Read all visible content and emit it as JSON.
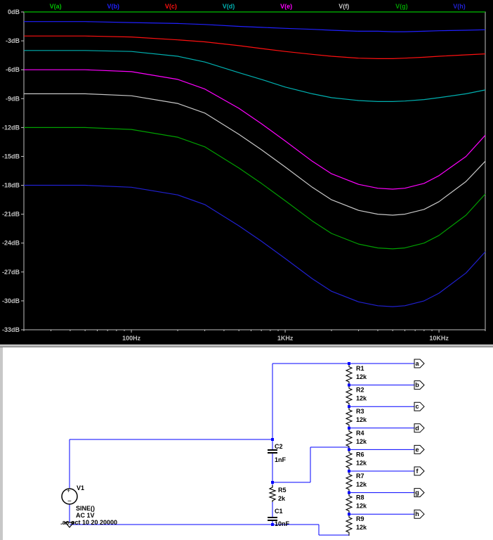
{
  "plot": {
    "traces": [
      {
        "name": "V(a)",
        "color": "#00c000",
        "offset": 0
      },
      {
        "name": "V(b)",
        "color": "#2020ff",
        "offset": -1
      },
      {
        "name": "V(c)",
        "color": "#ff1010",
        "offset": -2.5
      },
      {
        "name": "V(d)",
        "color": "#00b0b0",
        "offset": -4
      },
      {
        "name": "V(e)",
        "color": "#ff00ff",
        "offset": -6
      },
      {
        "name": "V(f)",
        "color": "#c8c8c8",
        "offset": -8.5
      },
      {
        "name": "V(g)",
        "color": "#00a000",
        "offset": -12
      },
      {
        "name": "V(h)",
        "color": "#2020d0",
        "offset": -18
      }
    ],
    "y_ticks": [
      "0dB",
      "-3dB",
      "-6dB",
      "-9dB",
      "-12dB",
      "-15dB",
      "-18dB",
      "-21dB",
      "-24dB",
      "-27dB",
      "-30dB",
      "-33dB"
    ],
    "x_ticks": [
      "100Hz",
      "1KHz",
      "10KHz"
    ],
    "axis_color": "#c0c0c0"
  },
  "chart_data": {
    "type": "line",
    "title": "",
    "xlabel": "",
    "ylabel": "",
    "x_scale": "log",
    "xlim": [
      20,
      20000
    ],
    "ylim": [
      -33,
      0
    ],
    "grid": false,
    "legend": "top",
    "x": [
      20,
      50,
      100,
      200,
      300,
      500,
      700,
      1000,
      1500,
      2000,
      3000,
      4000,
      5000,
      6000,
      8000,
      10000,
      15000,
      20000
    ],
    "series": [
      {
        "name": "V(a)",
        "values": [
          0,
          0,
          0,
          0,
          0,
          0,
          0,
          0,
          0,
          0,
          0,
          0,
          0,
          0,
          0,
          0,
          0,
          0
        ]
      },
      {
        "name": "V(b)",
        "values": [
          -1.0,
          -1.0,
          -1.1,
          -1.2,
          -1.3,
          -1.5,
          -1.6,
          -1.7,
          -1.8,
          -1.9,
          -2.0,
          -2.0,
          -2.05,
          -2.05,
          -2.0,
          -1.95,
          -1.9,
          -1.85
        ]
      },
      {
        "name": "V(c)",
        "values": [
          -2.5,
          -2.5,
          -2.6,
          -2.9,
          -3.1,
          -3.5,
          -3.8,
          -4.1,
          -4.4,
          -4.6,
          -4.8,
          -4.85,
          -4.85,
          -4.8,
          -4.7,
          -4.6,
          -4.45,
          -4.35
        ]
      },
      {
        "name": "V(d)",
        "values": [
          -4.0,
          -4.0,
          -4.1,
          -4.6,
          -5.2,
          -6.3,
          -7.0,
          -7.8,
          -8.5,
          -8.9,
          -9.2,
          -9.3,
          -9.3,
          -9.25,
          -9.1,
          -8.9,
          -8.5,
          -8.1
        ]
      },
      {
        "name": "V(e)",
        "values": [
          -6.0,
          -6.0,
          -6.2,
          -7.0,
          -8.0,
          -10.0,
          -11.6,
          -13.4,
          -15.5,
          -16.8,
          -17.9,
          -18.3,
          -18.4,
          -18.3,
          -17.8,
          -17.0,
          -15.0,
          -12.8
        ]
      },
      {
        "name": "V(f)",
        "values": [
          -8.5,
          -8.5,
          -8.7,
          -9.5,
          -10.5,
          -12.7,
          -14.3,
          -16.1,
          -18.2,
          -19.5,
          -20.6,
          -21.0,
          -21.1,
          -21.0,
          -20.5,
          -19.7,
          -17.6,
          -15.5
        ]
      },
      {
        "name": "V(g)",
        "values": [
          -12.0,
          -12.0,
          -12.2,
          -13.0,
          -14.0,
          -16.2,
          -17.8,
          -19.6,
          -21.7,
          -23.0,
          -24.1,
          -24.5,
          -24.6,
          -24.5,
          -24.0,
          -23.2,
          -21.1,
          -18.9
        ]
      },
      {
        "name": "V(h)",
        "values": [
          -18.0,
          -18.0,
          -18.2,
          -19.0,
          -20.0,
          -22.2,
          -23.8,
          -25.6,
          -27.7,
          -29.0,
          -30.1,
          -30.5,
          -30.6,
          -30.5,
          -30.0,
          -29.2,
          -27.1,
          -24.9
        ]
      }
    ]
  },
  "schematic": {
    "wire_color": "#0000ff",
    "source": {
      "ref": "V1",
      "value": "SINE()",
      "ac": "AC 1V",
      "directive": ".ac oct 10 20 20000"
    },
    "c2": {
      "ref": "C2",
      "value": "1nF"
    },
    "c1": {
      "ref": "C1",
      "value": "10nF"
    },
    "r5": {
      "ref": "R5",
      "value": "2k"
    },
    "ladder": [
      {
        "ref": "R1",
        "value": "12k"
      },
      {
        "ref": "R2",
        "value": "12k"
      },
      {
        "ref": "R3",
        "value": "12k"
      },
      {
        "ref": "R4",
        "value": "12k"
      },
      {
        "ref": "R6",
        "value": "12k"
      },
      {
        "ref": "R7",
        "value": "12k"
      },
      {
        "ref": "R8",
        "value": "12k"
      },
      {
        "ref": "R9",
        "value": "12k"
      }
    ],
    "ports": [
      "a",
      "b",
      "c",
      "d",
      "e",
      "f",
      "g",
      "h"
    ]
  }
}
